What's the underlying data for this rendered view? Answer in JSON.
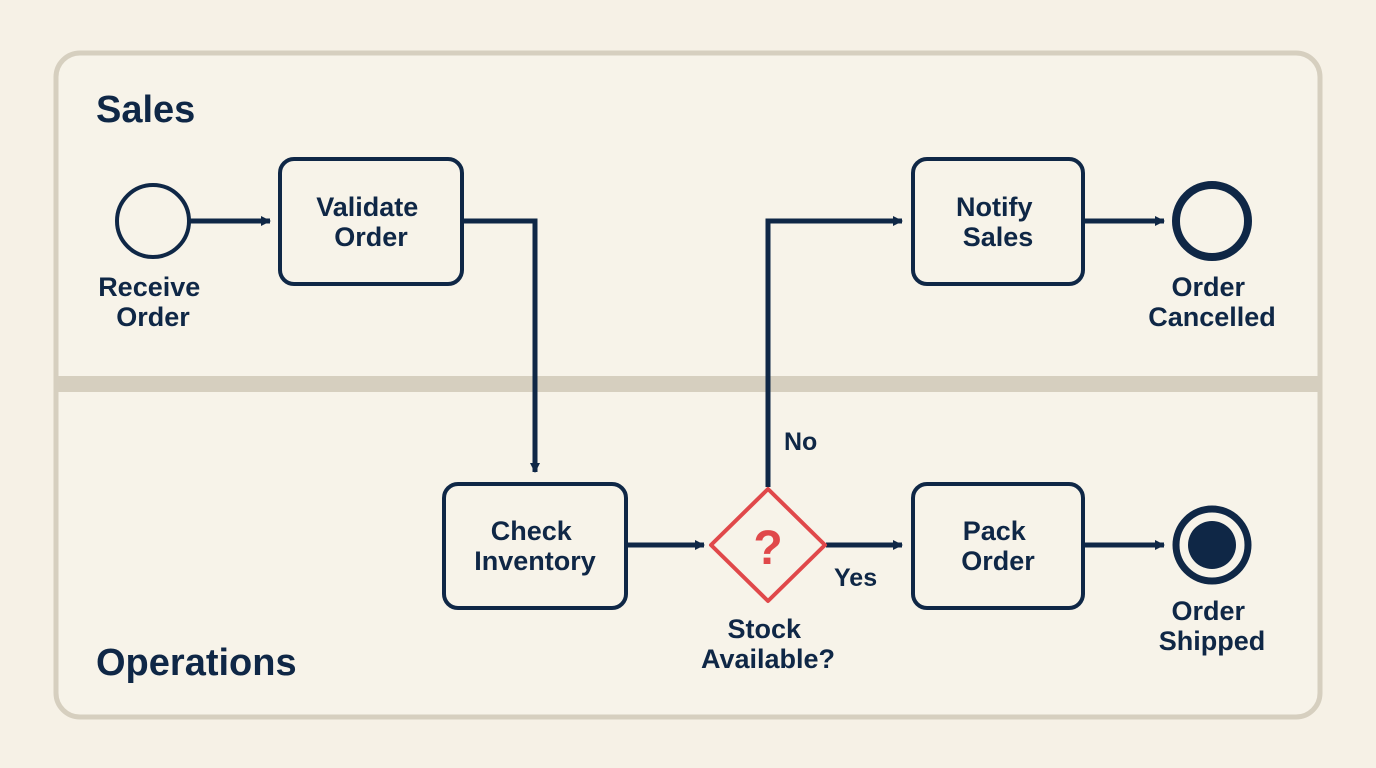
{
  "colors": {
    "background": "#f6f1e6",
    "pool_fill": "#f7f3e9",
    "pool_border": "#d6cfbf",
    "ink": "#0f2746",
    "gateway": "#e0484a",
    "task_fill": "#f7f3e9"
  },
  "lanes": [
    {
      "name": "Sales"
    },
    {
      "name": "Operations"
    }
  ],
  "nodes": {
    "receive_order": {
      "type": "start-event",
      "label": [
        "Receive",
        "Order"
      ]
    },
    "validate_order": {
      "type": "task",
      "label": [
        "Validate",
        "Order"
      ]
    },
    "check_inventory": {
      "type": "task",
      "label": [
        "Check",
        "Inventory"
      ]
    },
    "stock_available": {
      "type": "exclusive-gateway",
      "symbol": "?",
      "label": [
        "Stock",
        "Available?"
      ]
    },
    "notify_sales": {
      "type": "task",
      "label": [
        "Notify",
        "Sales"
      ]
    },
    "pack_order": {
      "type": "task",
      "label": [
        "Pack",
        "Order"
      ]
    },
    "order_cancelled": {
      "type": "end-event",
      "label": [
        "Order",
        "Cancelled"
      ]
    },
    "order_shipped": {
      "type": "end-event",
      "label": [
        "Order",
        "Shipped"
      ]
    }
  },
  "edges": [
    {
      "from": "receive_order",
      "to": "validate_order",
      "label": ""
    },
    {
      "from": "validate_order",
      "to": "check_inventory",
      "label": ""
    },
    {
      "from": "check_inventory",
      "to": "stock_available",
      "label": ""
    },
    {
      "from": "stock_available",
      "to": "notify_sales",
      "label": "No"
    },
    {
      "from": "stock_available",
      "to": "pack_order",
      "label": "Yes"
    },
    {
      "from": "notify_sales",
      "to": "order_cancelled",
      "label": ""
    },
    {
      "from": "pack_order",
      "to": "order_shipped",
      "label": ""
    }
  ]
}
